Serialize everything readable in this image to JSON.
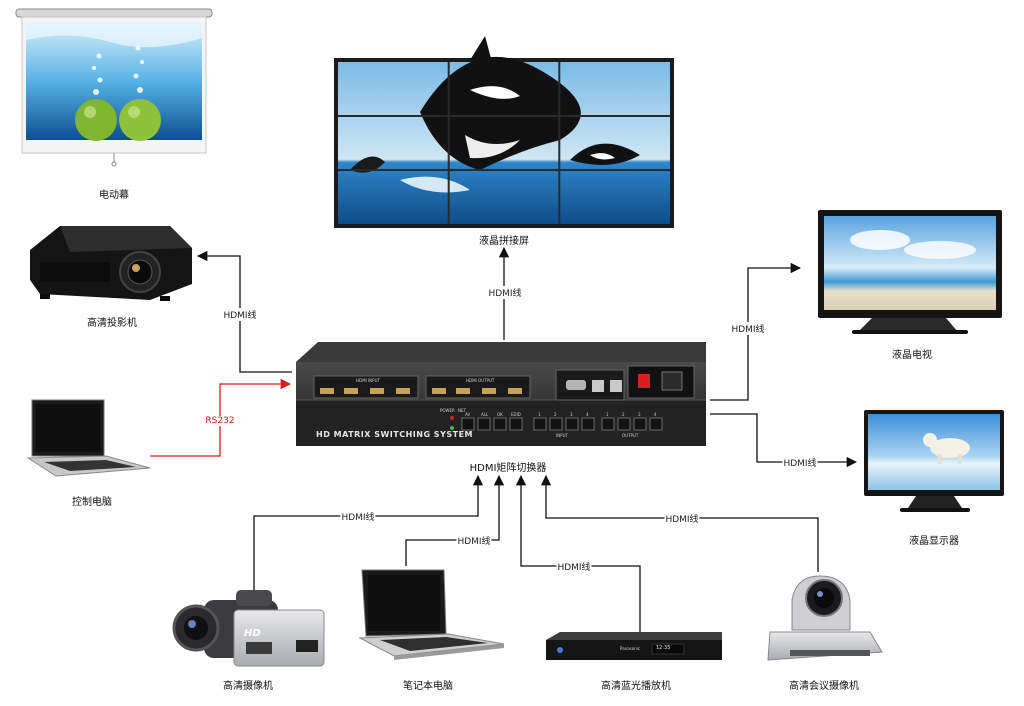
{
  "devices": {
    "screen": "电动幕",
    "video_wall": "液晶拼接屏",
    "projector": "高清投影机",
    "lcd_tv": "液晶电视",
    "control_pc": "控制电脑",
    "matrix": "HDMI矩阵切换器",
    "lcd_monitor": "液晶显示器",
    "camcorder": "高清摄像机",
    "laptop": "笔记本电脑",
    "bluray": "高清蓝光播放机",
    "conf_camera": "高清会议摄像机"
  },
  "wires": {
    "hdmi": "HDMI线",
    "rs232": "RS232"
  },
  "matrix_panel": {
    "title": "HD MATRIX SWITCHING SYSTEM",
    "hdmi_input": "HDMI INPUT",
    "hdmi_output": "HDMI OUTPUT",
    "power": "POWER",
    "net": "NET",
    "buttons": [
      "AV",
      "ALL",
      "OK",
      "EDID"
    ],
    "port_numbers": [
      "1",
      "2",
      "3",
      "4"
    ],
    "input_label": "INPUT",
    "output_label": "OUTPUT"
  },
  "products": {
    "camcorder_badge": "HD",
    "bluray_brand": "Panasonic",
    "bluray_display": "12:35"
  },
  "colors": {
    "hdmi_wire": "#111111",
    "rs232_wire": "#d42020",
    "matrix_body": "#2b2b2b"
  }
}
